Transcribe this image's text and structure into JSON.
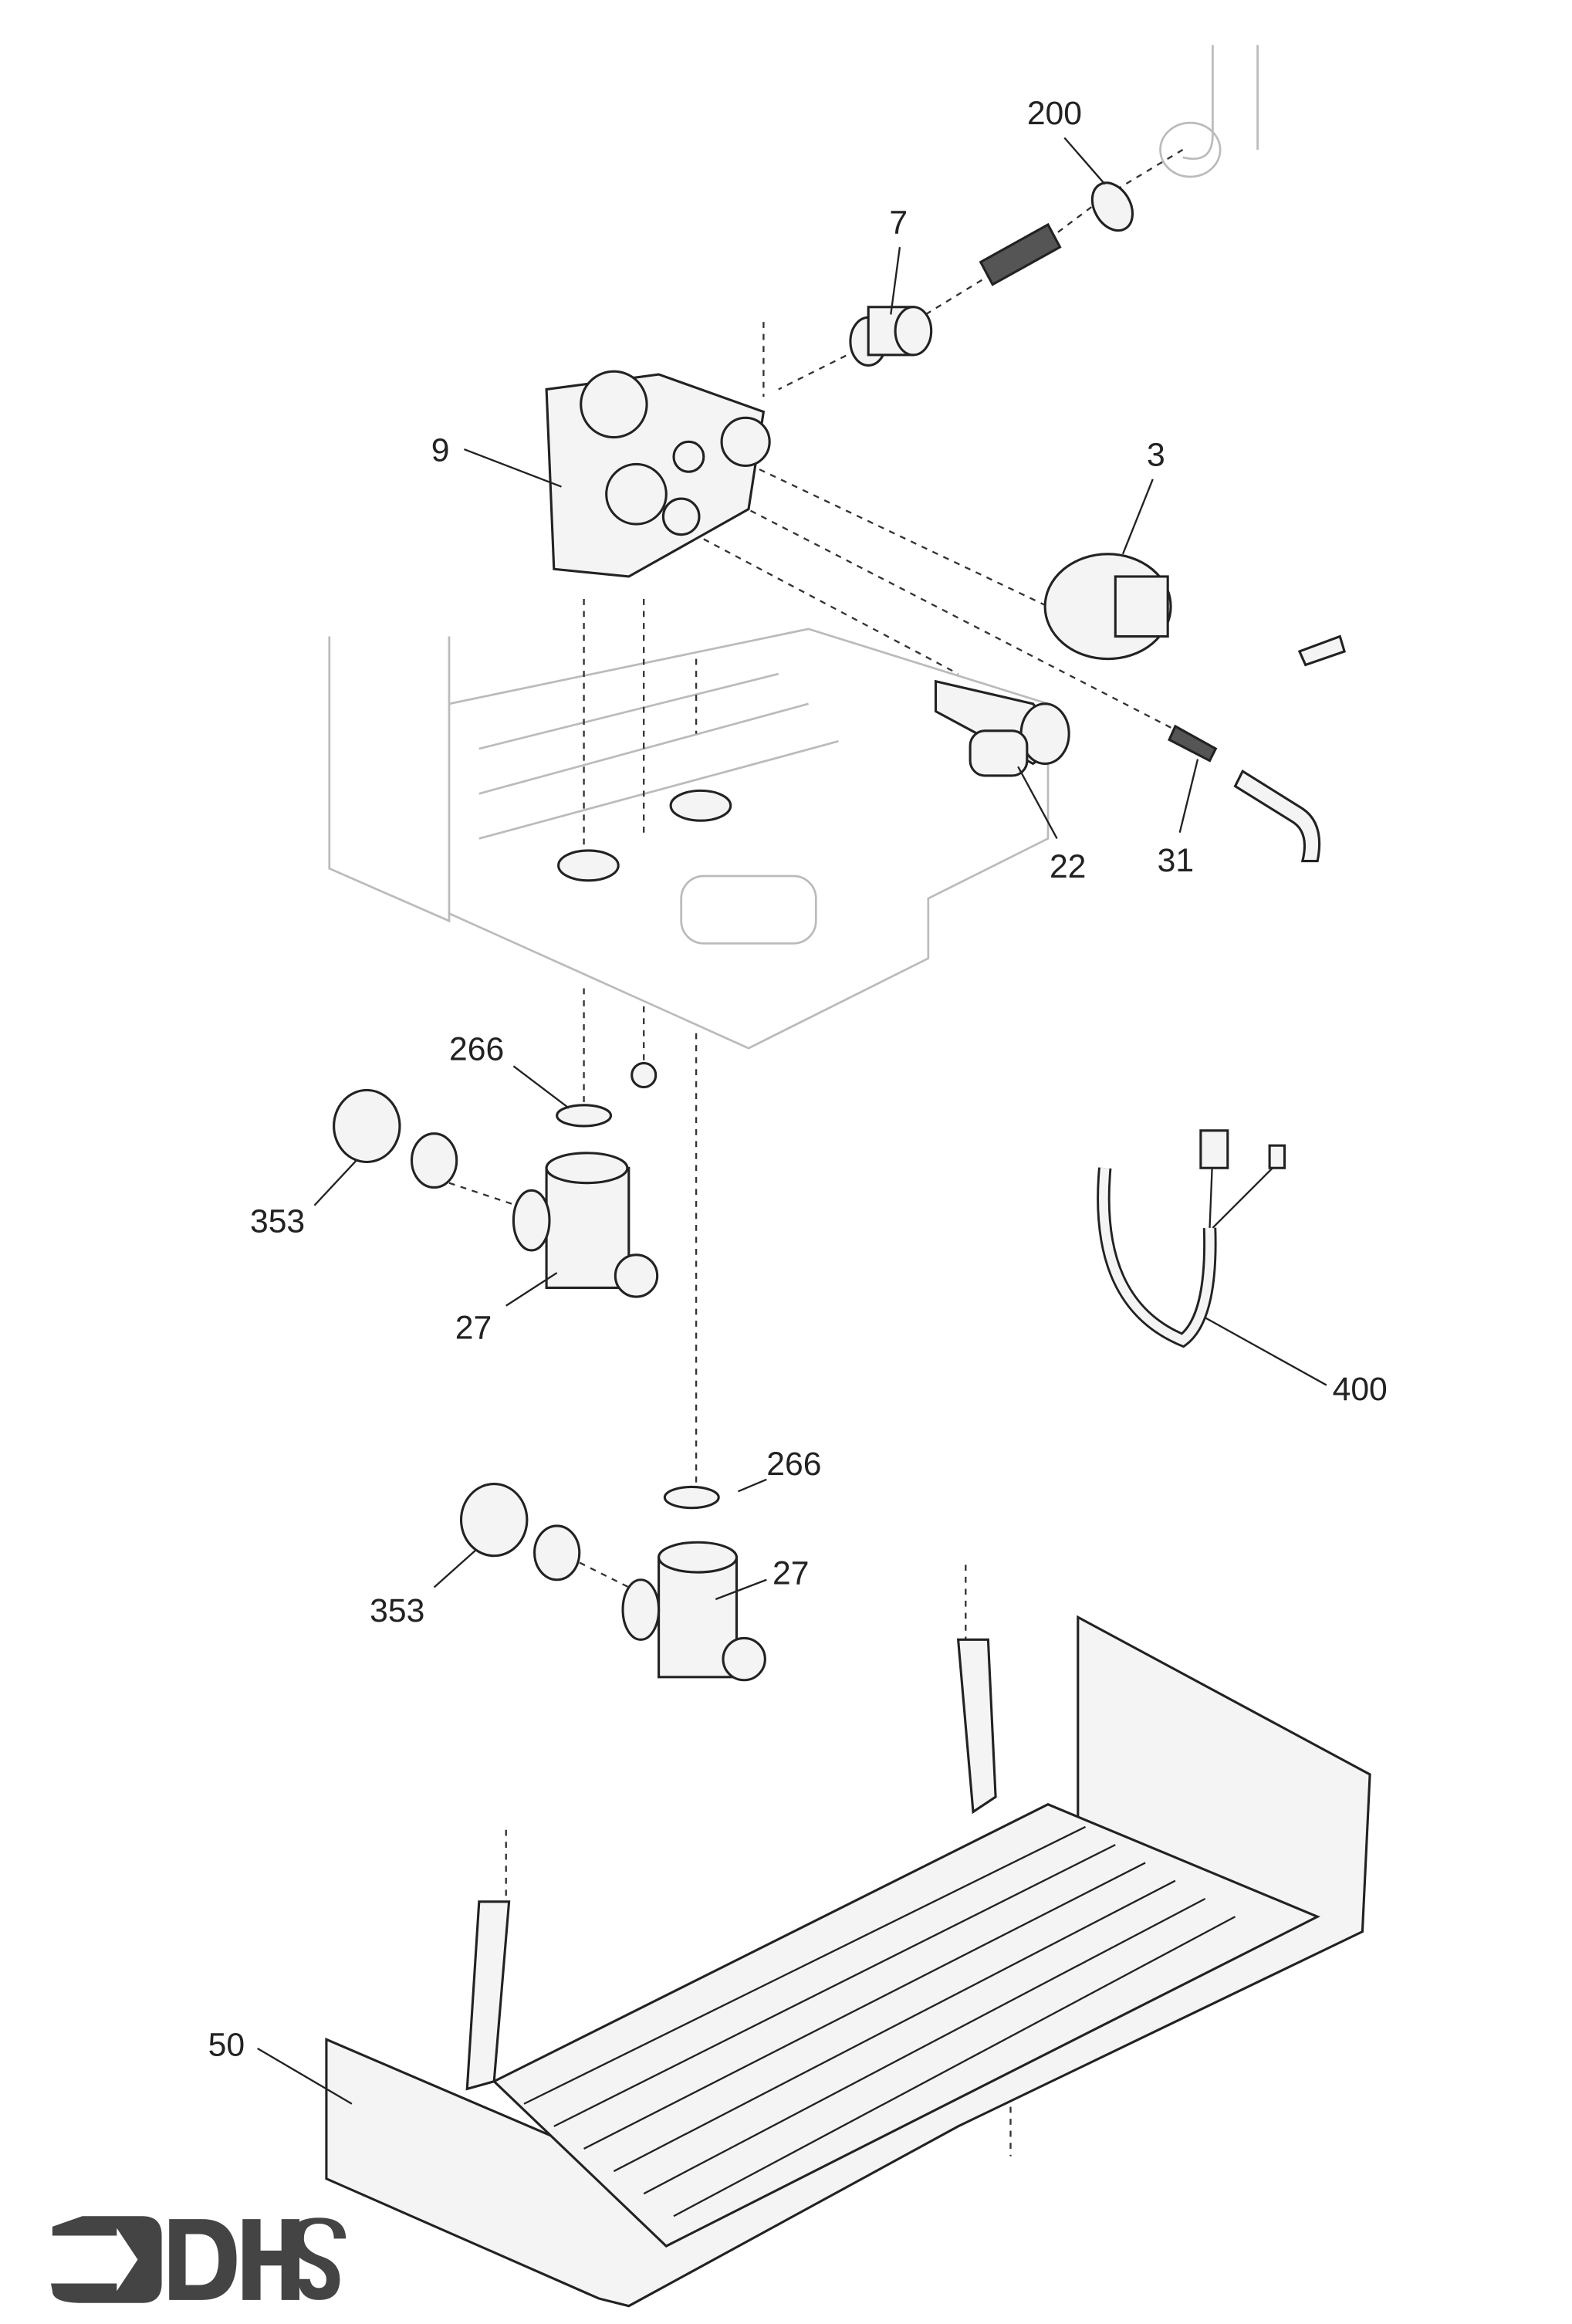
{
  "title": "Exploded parts diagram",
  "callouts": [
    {
      "id": "200"
    },
    {
      "id": "7"
    },
    {
      "id": "9"
    },
    {
      "id": "3"
    },
    {
      "id": "22"
    },
    {
      "id": "31"
    },
    {
      "id": "266"
    },
    {
      "id": "353"
    },
    {
      "id": "27"
    },
    {
      "id": "400"
    },
    {
      "id": "266"
    },
    {
      "id": "27"
    },
    {
      "id": "353"
    },
    {
      "id": "50"
    }
  ],
  "logo": {
    "text": "DHS"
  }
}
